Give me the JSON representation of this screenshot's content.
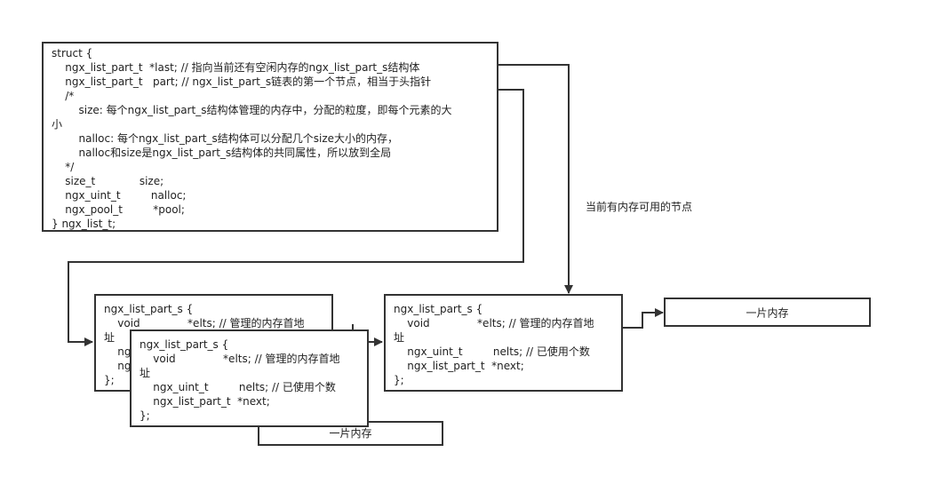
{
  "main_struct": {
    "lines": [
      "struct {",
      "    ngx_list_part_t  *last; // 指向当前还有空闲内存的ngx_list_part_s结构体",
      "    ngx_list_part_t   part; // ngx_list_part_s链表的第一个节点，相当于头指针",
      "    /*",
      "        size: 每个ngx_list_part_s结构体管理的内存中，分配的粒度，即每个元素的大",
      "小",
      "        nalloc: 每个ngx_list_part_s结构体可以分配几个size大小的内存，",
      "        nalloc和size是ngx_list_part_s结构体的共同属性，所以放到全局",
      "    */",
      "    size_t             size;",
      "    ngx_uint_t         nalloc;",
      "    ngx_pool_t         *pool;",
      "} ngx_list_t;"
    ]
  },
  "node_back": {
    "lines": [
      "ngx_list_part_s {",
      "    void              *elts; // 管理的内存首地",
      "址",
      "    ng",
      "    ng",
      "};"
    ]
  },
  "node_front": {
    "lines": [
      "ngx_list_part_s {",
      "    void              *elts; // 管理的内存首地",
      "址",
      "    ngx_uint_t         nelts; // 已使用个数",
      "    ngx_list_part_t  *next;",
      "};"
    ]
  },
  "node_right": {
    "lines": [
      "ngx_list_part_s {",
      "    void              *elts; // 管理的内存首地",
      "址",
      "    ngx_uint_t         nelts; // 已使用个数",
      "    ngx_list_part_t  *next;",
      "};"
    ]
  },
  "memory_left": {
    "label": "一片内存"
  },
  "memory_right": {
    "label": "一片内存"
  },
  "last_arrow_label": "当前有内存可用的节点"
}
